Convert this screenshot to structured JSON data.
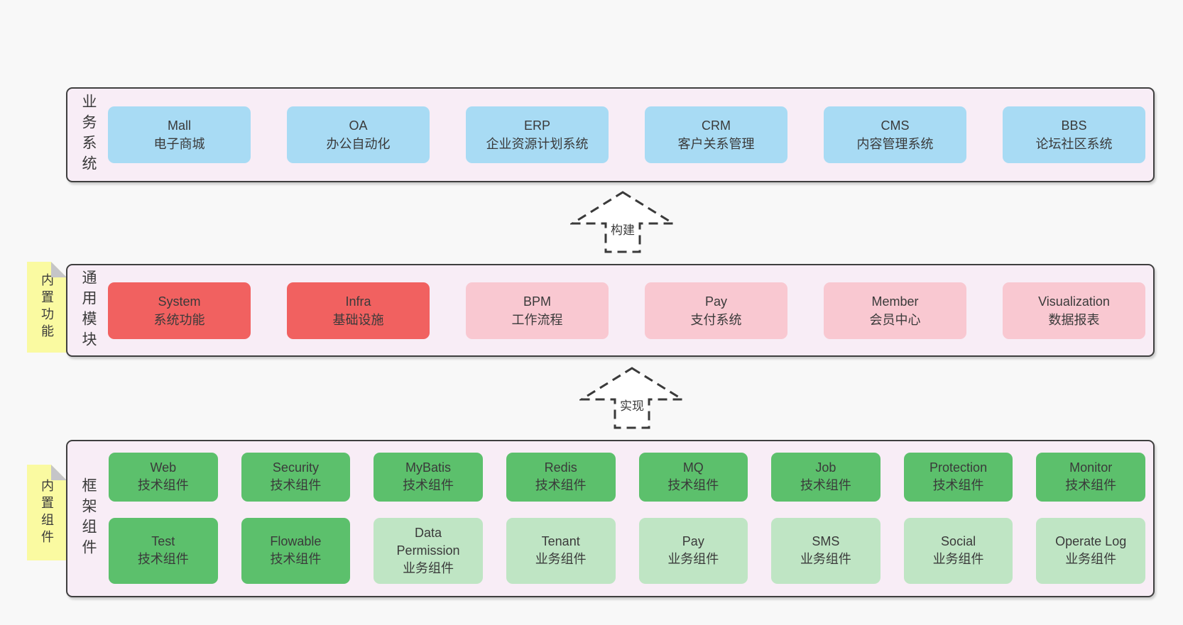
{
  "diagram": {
    "arrows": [
      {
        "label": "构建"
      },
      {
        "label": "实现"
      }
    ],
    "layers": [
      {
        "id": "business-systems",
        "label": "业务系统",
        "tag": null,
        "boxes": [
          {
            "name": "Mall",
            "desc": "电子商城",
            "color": "blue"
          },
          {
            "name": "OA",
            "desc": "办公自动化",
            "color": "blue"
          },
          {
            "name": "ERP",
            "desc": "企业资源计划系统",
            "color": "blue"
          },
          {
            "name": "CRM",
            "desc": "客户关系管理",
            "color": "blue"
          },
          {
            "name": "CMS",
            "desc": "内容管理系统",
            "color": "blue"
          },
          {
            "name": "BBS",
            "desc": "论坛社区系统",
            "color": "blue"
          }
        ]
      },
      {
        "id": "common-modules",
        "label": "通用模块",
        "tag": "内置功能",
        "boxes": [
          {
            "name": "System",
            "desc": "系统功能",
            "color": "red"
          },
          {
            "name": "Infra",
            "desc": "基础设施",
            "color": "red"
          },
          {
            "name": "BPM",
            "desc": "工作流程",
            "color": "pink"
          },
          {
            "name": "Pay",
            "desc": "支付系统",
            "color": "pink"
          },
          {
            "name": "Member",
            "desc": "会员中心",
            "color": "pink"
          },
          {
            "name": "Visualization",
            "desc": "数据报表",
            "color": "pink"
          }
        ]
      },
      {
        "id": "framework-components",
        "label": "框架组件",
        "tag": "内置组件",
        "boxes": [
          {
            "name": "Web",
            "desc": "技术组件",
            "color": "green-dark"
          },
          {
            "name": "Security",
            "desc": "技术组件",
            "color": "green-dark"
          },
          {
            "name": "MyBatis",
            "desc": "技术组件",
            "color": "green-dark"
          },
          {
            "name": "Redis",
            "desc": "技术组件",
            "color": "green-dark"
          },
          {
            "name": "MQ",
            "desc": "技术组件",
            "color": "green-dark"
          },
          {
            "name": "Job",
            "desc": "技术组件",
            "color": "green-dark"
          },
          {
            "name": "Protection",
            "desc": "技术组件",
            "color": "green-dark"
          },
          {
            "name": "Monitor",
            "desc": "技术组件",
            "color": "green-dark"
          },
          {
            "name": "Test",
            "desc": "技术组件",
            "color": "green-dark"
          },
          {
            "name": "Flowable",
            "desc": "技术组件",
            "color": "green-dark"
          },
          {
            "name": "Data Permission",
            "desc": "业务组件",
            "color": "green-light"
          },
          {
            "name": "Tenant",
            "desc": "业务组件",
            "color": "green-light"
          },
          {
            "name": "Pay",
            "desc": "业务组件",
            "color": "green-light"
          },
          {
            "name": "SMS",
            "desc": "业务组件",
            "color": "green-light"
          },
          {
            "name": "Social",
            "desc": "业务组件",
            "color": "green-light"
          },
          {
            "name": "Operate Log",
            "desc": "业务组件",
            "color": "green-light"
          }
        ]
      }
    ],
    "colors": {
      "page_bg": "#f8f8f8",
      "layer_bg": "#f8edf6",
      "layer_border": "#3f3f3f",
      "blue": "#a8dbf4",
      "red": "#f16160",
      "pink": "#f9c8d1",
      "green_dark": "#5cc06c",
      "green_light": "#bfe5c4",
      "yellow": "#fafaa1",
      "fold_gray": "#c5c5c8",
      "text": "#3a3a3a"
    }
  }
}
